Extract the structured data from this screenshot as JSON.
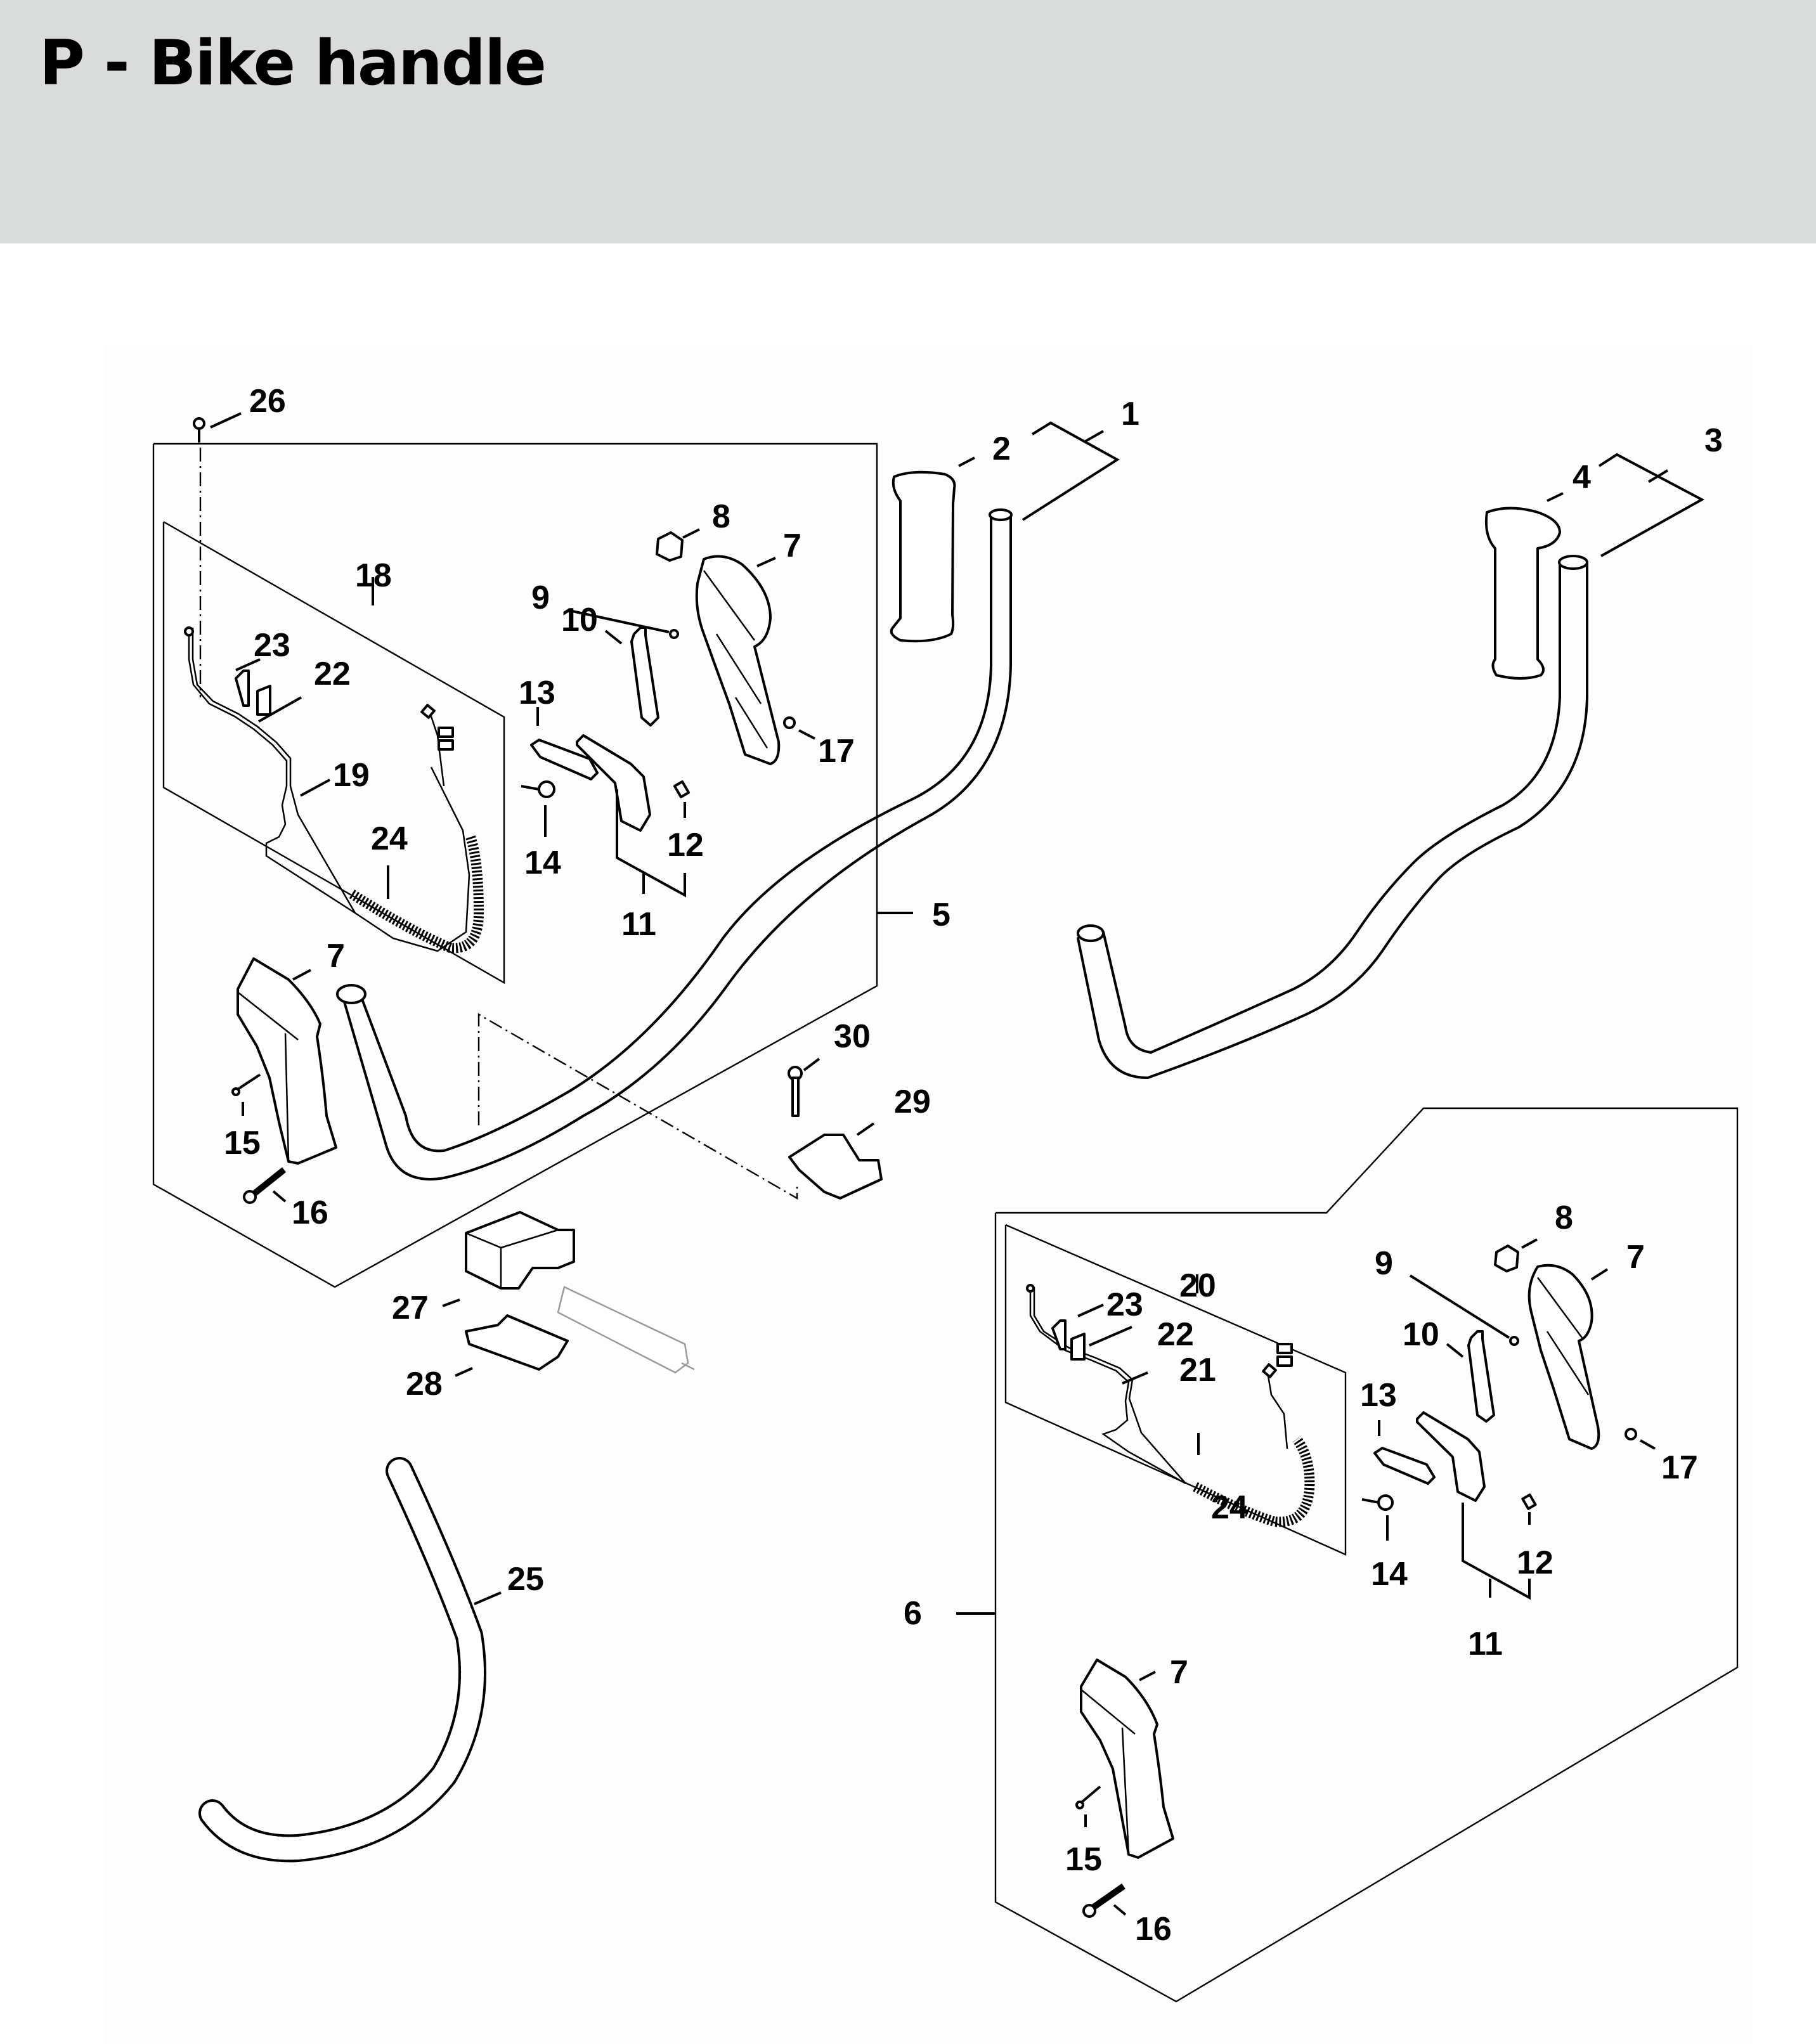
{
  "header": {
    "title": "P - Bike handle"
  },
  "diagram": {
    "name": "Bike handle exploded parts diagram",
    "callouts": [
      {
        "id": "c26a",
        "label": "26",
        "part": "screw"
      },
      {
        "id": "c18",
        "label": "18",
        "part": "wiring harness assembly (left box)"
      },
      {
        "id": "c23a",
        "label": "23",
        "part": "contact"
      },
      {
        "id": "c22a",
        "label": "22",
        "part": "contact spring"
      },
      {
        "id": "c19",
        "label": "19",
        "part": "wiring harness"
      },
      {
        "id": "c24a",
        "label": "24",
        "part": "protective tube / coil"
      },
      {
        "id": "c9a",
        "label": "9",
        "part": "spring"
      },
      {
        "id": "c8a",
        "label": "8",
        "part": "slide control"
      },
      {
        "id": "c7a",
        "label": "7",
        "part": "handle housing"
      },
      {
        "id": "c10a",
        "label": "10",
        "part": "interlock lever"
      },
      {
        "id": "c13a",
        "label": "13",
        "part": "lever"
      },
      {
        "id": "c17a",
        "label": "17",
        "part": "nut"
      },
      {
        "id": "c14a",
        "label": "14",
        "part": "torsion spring"
      },
      {
        "id": "c12a",
        "label": "12",
        "part": "spring"
      },
      {
        "id": "c11a",
        "label": "11",
        "part": "trigger set"
      },
      {
        "id": "c5",
        "label": "5",
        "part": "control handle assembly"
      },
      {
        "id": "c2",
        "label": "2",
        "part": "grip"
      },
      {
        "id": "c1",
        "label": "1",
        "part": "handlebar left set"
      },
      {
        "id": "c4",
        "label": "4",
        "part": "grip"
      },
      {
        "id": "c3",
        "label": "3",
        "part": "handlebar right set"
      },
      {
        "id": "c7b",
        "label": "7",
        "part": "handle housing (lower)"
      },
      {
        "id": "c15a",
        "label": "15",
        "part": "screw"
      },
      {
        "id": "c16a",
        "label": "16",
        "part": "screw"
      },
      {
        "id": "c30",
        "label": "30",
        "part": "screw"
      },
      {
        "id": "c29",
        "label": "29",
        "part": "clamp"
      },
      {
        "id": "c27",
        "label": "27",
        "part": "handle support"
      },
      {
        "id": "c28",
        "label": "28",
        "part": "clamp"
      },
      {
        "id": "c25",
        "label": "25",
        "part": "protective tube"
      },
      {
        "id": "c6",
        "label": "6",
        "part": "control handle assembly (alt)"
      },
      {
        "id": "c20",
        "label": "20",
        "part": "wiring harness assembly (right box)"
      },
      {
        "id": "c23b",
        "label": "23",
        "part": "contact"
      },
      {
        "id": "c22b",
        "label": "22",
        "part": "contact spring"
      },
      {
        "id": "c21",
        "label": "21",
        "part": "wiring harness"
      },
      {
        "id": "c24b",
        "label": "24",
        "part": "protective tube / coil"
      },
      {
        "id": "c8b",
        "label": "8",
        "part": "slide control"
      },
      {
        "id": "c9b",
        "label": "9",
        "part": "spring"
      },
      {
        "id": "c7c",
        "label": "7",
        "part": "handle housing"
      },
      {
        "id": "c10b",
        "label": "10",
        "part": "interlock lever"
      },
      {
        "id": "c13b",
        "label": "13",
        "part": "lever"
      },
      {
        "id": "c17b",
        "label": "17",
        "part": "nut"
      },
      {
        "id": "c14b",
        "label": "14",
        "part": "torsion spring"
      },
      {
        "id": "c12b",
        "label": "12",
        "part": "spring"
      },
      {
        "id": "c11b",
        "label": "11",
        "part": "trigger set"
      },
      {
        "id": "c7d",
        "label": "7",
        "part": "handle housing (lower)"
      },
      {
        "id": "c15b",
        "label": "15",
        "part": "screw"
      },
      {
        "id": "c16b",
        "label": "16",
        "part": "screw"
      }
    ]
  }
}
